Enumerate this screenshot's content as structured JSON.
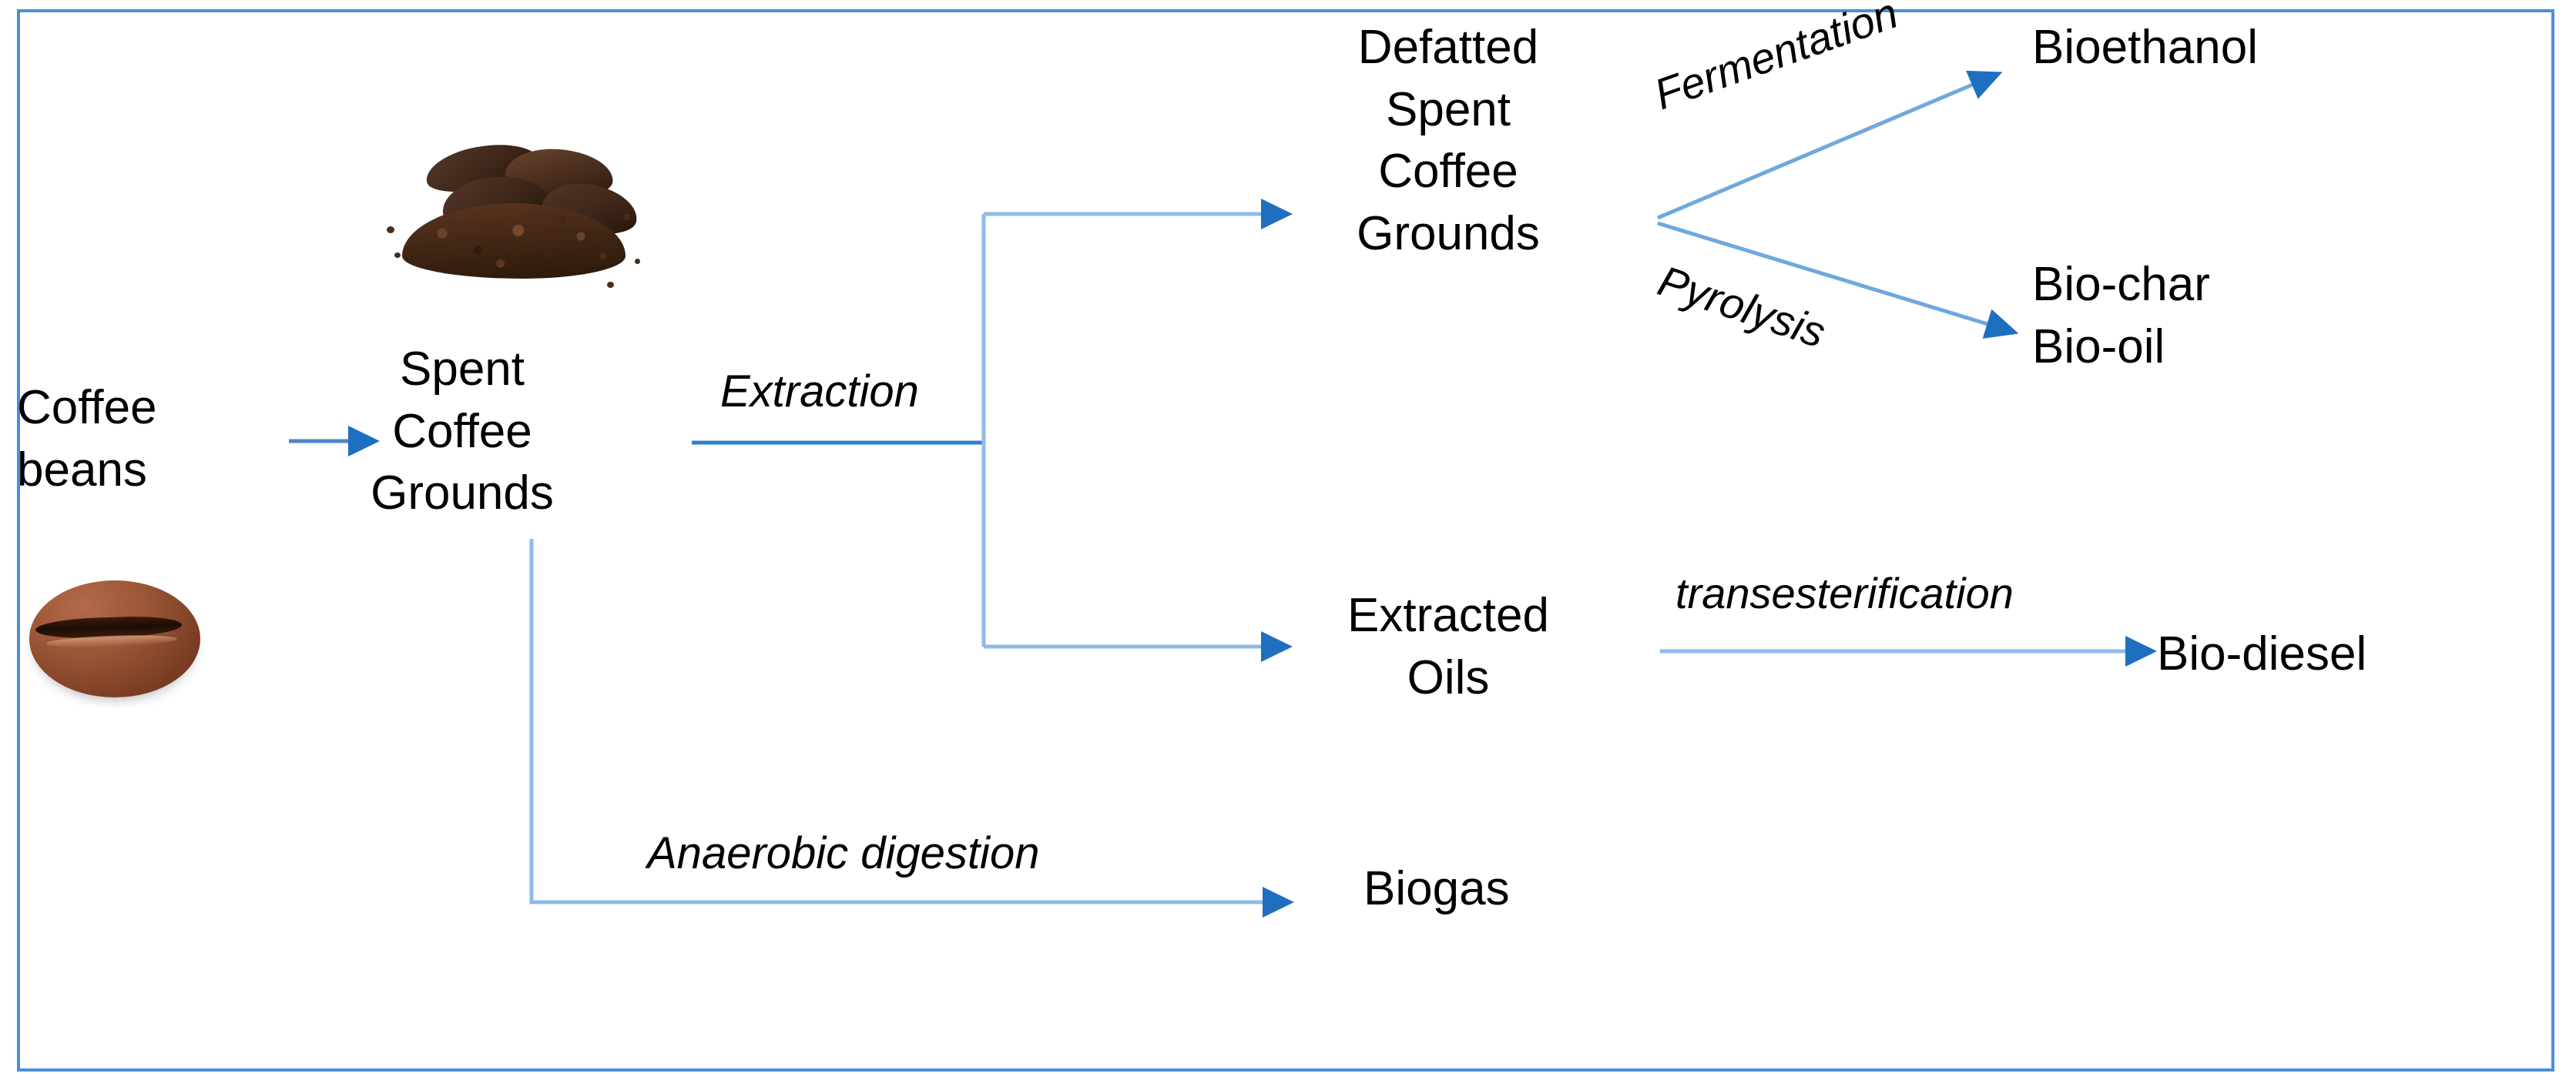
{
  "figure": {
    "type": "process-flow-diagram",
    "subject": "Valorization routes of spent coffee grounds",
    "border_color": "#4a8fd4",
    "line_color": "#6fa8dc",
    "arrowhead_color": "#1f6fc0",
    "background": "#ffffff"
  },
  "nodes": {
    "coffee_beans": "Coffee\nbeans",
    "spent_coffee_grounds": "Spent\nCoffee\nGrounds",
    "defatted_spent_coffee_grounds": "Defatted\nSpent\nCoffee\nGrounds",
    "bioethanol": "Bioethanol",
    "biochar_biooil": "Bio-char\nBio-oil",
    "extracted_oils": "Extracted\nOils",
    "biodiesel": "Bio-diesel",
    "biogas": "Biogas"
  },
  "edge_labels": {
    "extraction": "Extraction",
    "fermentation": "Fermentation",
    "pyrolysis": "Pyrolysis",
    "transesterification": "transesterification",
    "anaerobic_digestion": "Anaerobic digestion"
  },
  "images": {
    "coffee_bean_photo": "coffee-bean-photo",
    "spent_grounds_photo": "spent-coffee-grounds-photo"
  },
  "edges": [
    {
      "from": "coffee_beans",
      "to": "spent_coffee_grounds",
      "label": ""
    },
    {
      "from": "spent_coffee_grounds",
      "to": "defatted_spent_coffee_grounds",
      "label": "Extraction"
    },
    {
      "from": "spent_coffee_grounds",
      "to": "extracted_oils",
      "label": "Extraction"
    },
    {
      "from": "spent_coffee_grounds",
      "to": "biogas",
      "label": "Anaerobic digestion"
    },
    {
      "from": "defatted_spent_coffee_grounds",
      "to": "bioethanol",
      "label": "Fermentation"
    },
    {
      "from": "defatted_spent_coffee_grounds",
      "to": "biochar_biooil",
      "label": "Pyrolysis"
    },
    {
      "from": "extracted_oils",
      "to": "biodiesel",
      "label": "transesterification"
    }
  ]
}
